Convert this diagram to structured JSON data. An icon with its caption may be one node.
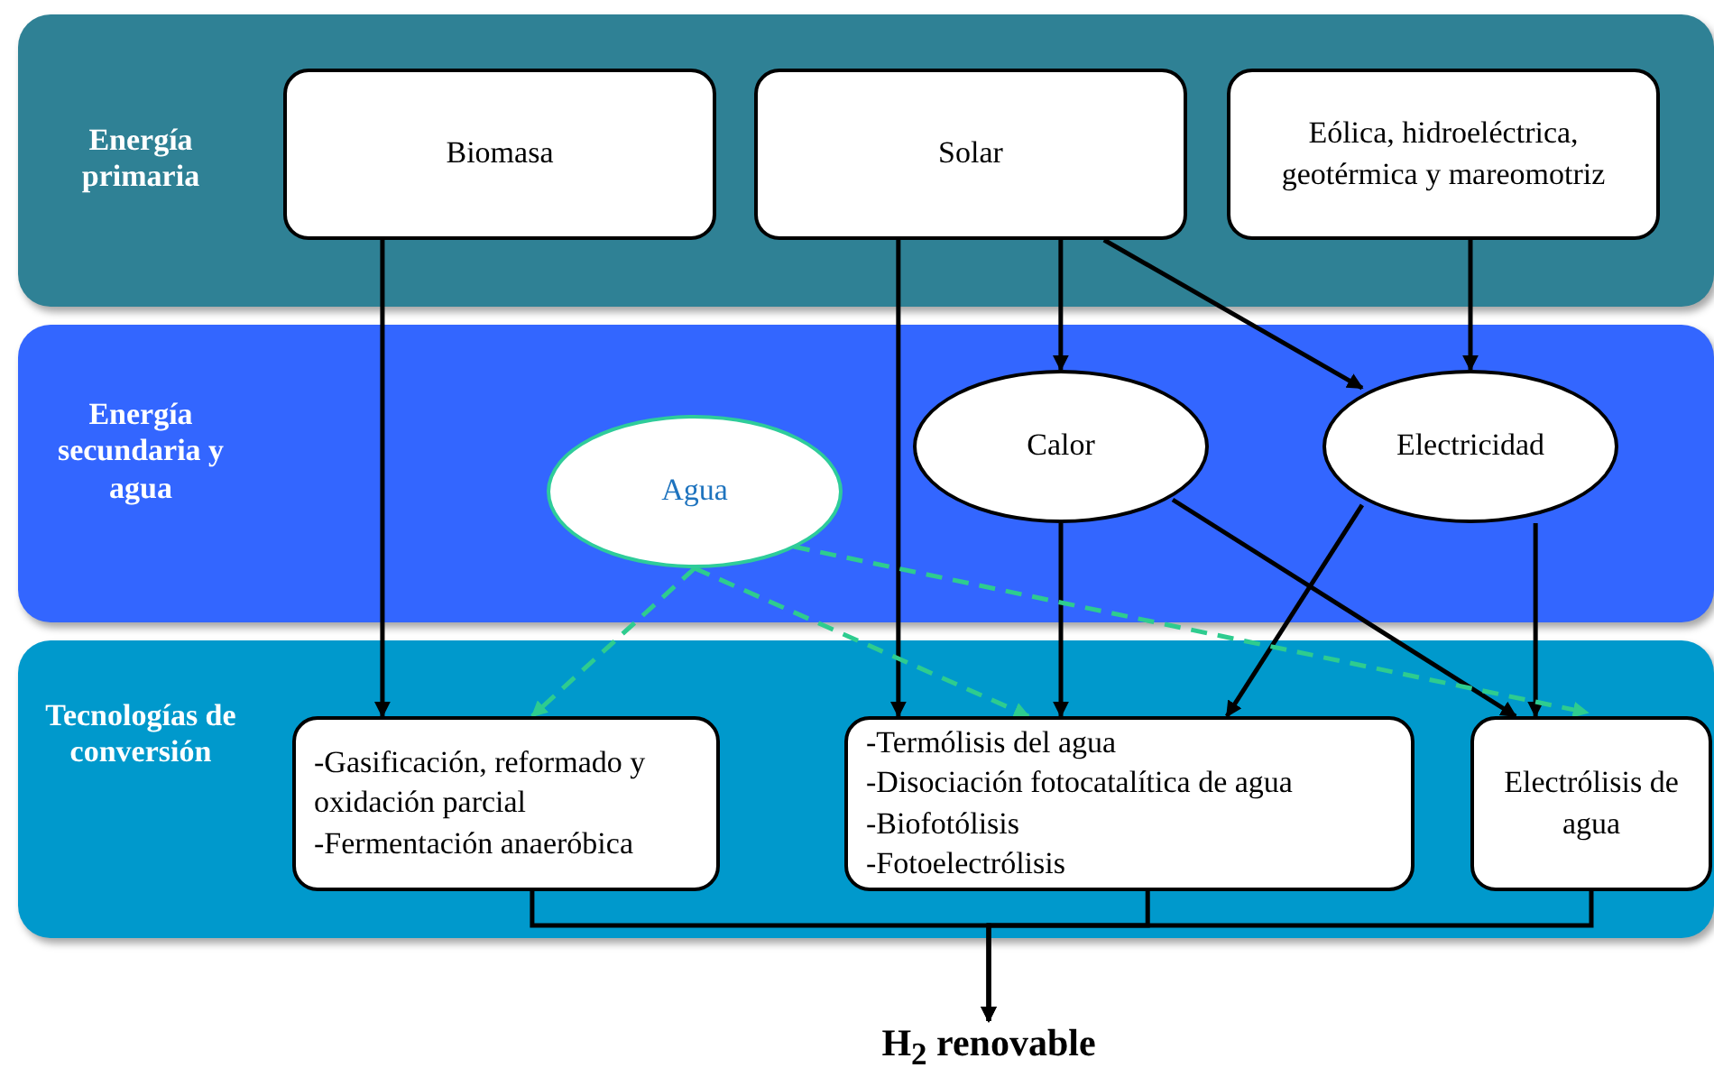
{
  "diagram": {
    "nodes": [
      {
        "text": [
          "Energía primaria"
        ]
      },
      {
        "text": [
          "Biomasa"
        ],
        "in": 0
      },
      {
        "text": [
          "Solar"
        ],
        "in": 0
      },
      {
        "text": [
          "Eólica, hidroeléctrica, geotérmica y mareomotriz"
        ],
        "in": 0
      },
      {
        "text": [
          "Energía secundaria y agua"
        ]
      },
      {
        "text": [
          "Agua"
        ],
        "in": 4
      },
      {
        "text": [
          "Calor"
        ],
        "in": 4
      },
      {
        "text": [
          "Electricidad"
        ],
        "in": 4
      },
      {
        "text": [
          "Tecnologías de conversión"
        ]
      },
      {
        "text": [
          "-Gasificación, reformado y oxidación parcial",
          "-Fermentación anaeróbica"
        ],
        "in": 8
      },
      {
        "text": [
          "-Termólisis del agua",
          "-Disociación fotocatalítica de agua",
          "-Biofotólisis",
          "-Fotoelectrólisis"
        ],
        "in": 8
      },
      {
        "text": [
          "Electrólisis de agua"
        ],
        "in": 8
      },
      {
        "text": [
          "H$_{2}$ renovable"
        ]
      }
    ],
    "edges": [
      {
        "from": 1,
        "to": 9,
        "arrow": "to"
      },
      {
        "from": 2,
        "to": 10,
        "arrow": "to"
      },
      {
        "from": 2,
        "to": 6,
        "arrow": "to"
      },
      {
        "from": 2,
        "to": 7,
        "arrow": "to"
      },
      {
        "from": 3,
        "to": 7,
        "arrow": "to"
      },
      {
        "from": 6,
        "to": 10,
        "arrow": "to"
      },
      {
        "from": 6,
        "to": 11,
        "arrow": "to"
      },
      {
        "from": 7,
        "to": 10,
        "arrow": "to"
      },
      {
        "from": 7,
        "to": 11,
        "arrow": "to"
      },
      {
        "from": 5,
        "to": 9,
        "arrow": "to",
        "style": "dashed",
        "color": "#2ecc8f"
      },
      {
        "from": 5,
        "to": 10,
        "arrow": "to",
        "style": "dashed",
        "color": "#2ecc8f"
      },
      {
        "from": 5,
        "to": 11,
        "arrow": "to",
        "style": "dashed",
        "color": "#2ecc8f"
      },
      {
        "from": 9,
        "to": 12,
        "arrow": "to"
      },
      {
        "from": 10,
        "to": 12,
        "arrow": "to"
      },
      {
        "from": 11,
        "to": 12,
        "arrow": "to"
      }
    ]
  }
}
